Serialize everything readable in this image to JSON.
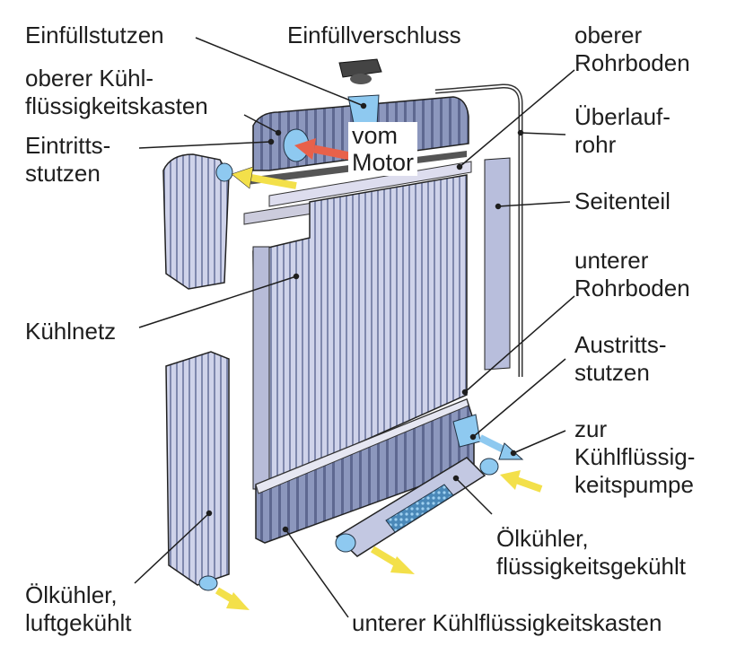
{
  "title": "Kühler (Radiator) – Aufbau",
  "labels": {
    "einfuellstutzen": "Einfüllstutzen",
    "einfuellverschluss": "Einfüllverschluss",
    "oberer_rohrboden": [
      "oberer",
      "Rohrboden"
    ],
    "oberer_kasten": [
      "oberer Kühl-",
      "flüssigkeitskasten"
    ],
    "eintrittsstutzen": [
      "Eintritts-",
      "stutzen"
    ],
    "vom_motor": [
      "vom",
      "Motor"
    ],
    "ueberlaufrohr": [
      "Überlauf-",
      "rohr"
    ],
    "seitenteil": "Seitenteil",
    "unterer_rohrboden": [
      "unterer",
      "Rohrboden"
    ],
    "kuehlnetz": "Kühlnetz",
    "austrittsstutzen": [
      "Austritts-",
      "stutzen"
    ],
    "zur_pumpe": [
      "zur",
      "Kühlflüssig-",
      "keitspumpe"
    ],
    "oelkuehler_fluessig": [
      "Ölkühler,",
      "flüssigkeitsgekühlt"
    ],
    "oelkuehler_luft": [
      "Ölkühler,",
      "luftgekühlt"
    ],
    "unterer_kasten": "unterer Kühlflüssigkeitskasten"
  },
  "colors": {
    "metal": "#c9cee6",
    "tank": "#8c97bd",
    "coolant": "#8ec9f0",
    "hot_arrow": "#e8614a",
    "cold_arrow": "#f3e04a",
    "line": "#1e1e1e"
  }
}
